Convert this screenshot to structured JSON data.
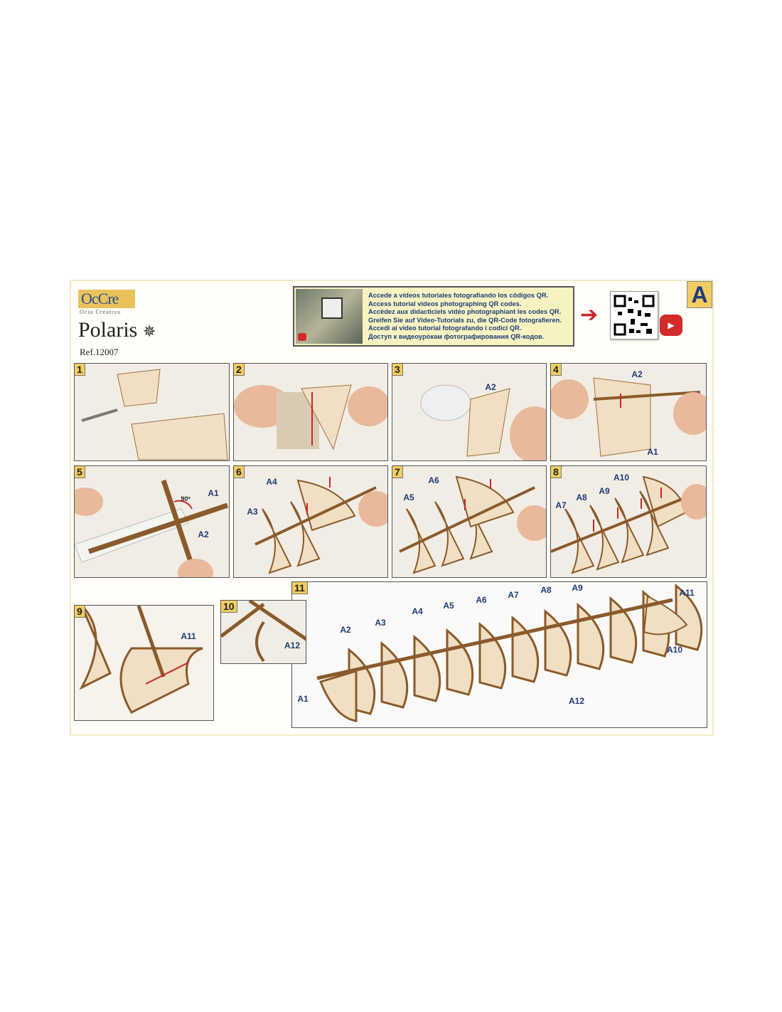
{
  "header": {
    "logo_text": "OcCre",
    "logo_sub": "Ocio Creativo",
    "title": "Polaris",
    "ref": "Ref.12007",
    "section_letter": "A",
    "qr_instructions": [
      "Accede a vídeos tutoriales fotografiando los códigos QR.",
      "Access tutorial videos photographing QR codes.",
      "Accédez aux didacticiels vidéo photographiant les codes QR.",
      "Greifen Sie auf Video-Tutorials zu, die QR-Code fotografieren.",
      "Accedi ai video tutorial fotografando i codici QR.",
      "Доступ к видеоурокам фотографирования QR-кодов."
    ],
    "arrow_icon": "arrow-right",
    "youtube_icon": "youtube-play",
    "accent_color": "#c9242a"
  },
  "steps": [
    {
      "number": "1",
      "labels": []
    },
    {
      "number": "2",
      "labels": []
    },
    {
      "number": "3",
      "labels": [
        "A2"
      ]
    },
    {
      "number": "4",
      "labels": [
        "A2",
        "A1"
      ]
    },
    {
      "number": "5",
      "labels": [
        "90º",
        "A1",
        "A2"
      ]
    },
    {
      "number": "6",
      "labels": [
        "A4",
        "A3"
      ]
    },
    {
      "number": "7",
      "labels": [
        "A6",
        "A5"
      ]
    },
    {
      "number": "8",
      "labels": [
        "A10",
        "A7",
        "A8",
        "A9"
      ]
    },
    {
      "number": "9",
      "labels": [
        "A11"
      ]
    },
    {
      "number": "10",
      "labels": [
        "A12"
      ]
    },
    {
      "number": "11",
      "labels": [
        "A1",
        "A2",
        "A3",
        "A4",
        "A5",
        "A6",
        "A7",
        "A8",
        "A9",
        "A11",
        "A10",
        "A12"
      ]
    }
  ]
}
